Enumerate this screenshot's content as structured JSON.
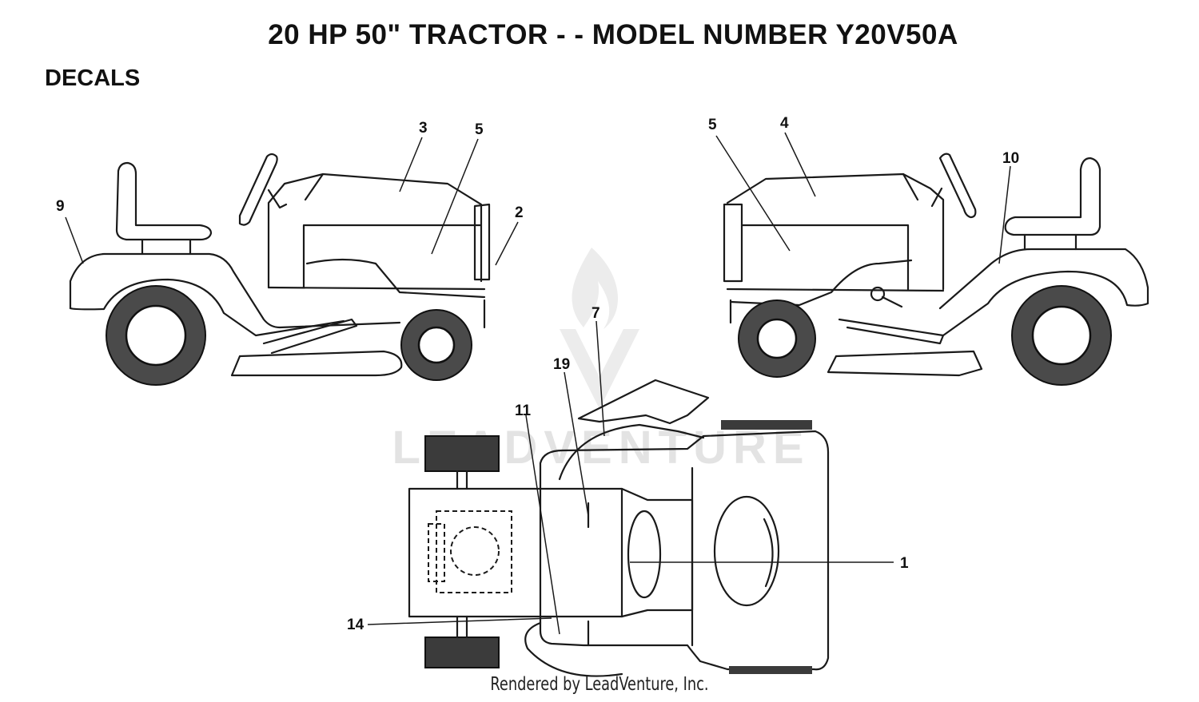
{
  "header": {
    "title": "20 HP 50\" TRACTOR - - MODEL NUMBER Y20V50A",
    "section": "DECALS"
  },
  "callouts": {
    "left_view": [
      "9",
      "3",
      "5",
      "2"
    ],
    "right_view": [
      "5",
      "4",
      "10"
    ],
    "top_view": [
      "7",
      "19",
      "11",
      "1",
      "14"
    ]
  },
  "watermark": {
    "text": "LEADVENTURE"
  },
  "footer": {
    "credit": "Rendered by LeadVenture, Inc."
  }
}
